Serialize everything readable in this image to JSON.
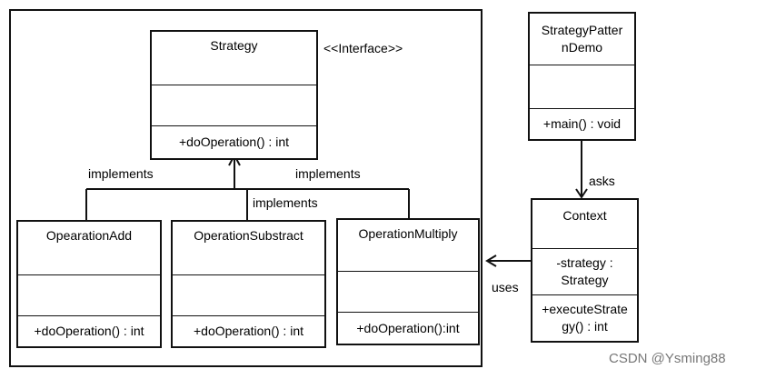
{
  "interface_label": "<<Interface>>",
  "classes": {
    "strategy": {
      "name": "Strategy",
      "attributes": "",
      "methods": "+doOperation() : int"
    },
    "add": {
      "name": "OpearationAdd",
      "attributes": "",
      "methods": "+doOperation() : int"
    },
    "subtract": {
      "name": "OperationSubstract",
      "attributes": "",
      "methods": "+doOperation() : int"
    },
    "multiply": {
      "name": "OperationMultiply",
      "attributes": "",
      "methods": "+doOperation():int"
    },
    "demo": {
      "name_line1": "StrategyPatter",
      "name_line2": "nDemo",
      "attributes": "",
      "methods": "+main() : void"
    },
    "context": {
      "name": "Context",
      "attributes_line1": "-strategy :",
      "attributes_line2": "Strategy",
      "methods_line1": "+executeStrate",
      "methods_line2": "gy() : int"
    }
  },
  "relations": {
    "implements_left": "implements",
    "implements_middle": "implements",
    "implements_right": "implements",
    "asks": "asks",
    "uses": "uses"
  },
  "watermark": "CSDN @Ysming88"
}
